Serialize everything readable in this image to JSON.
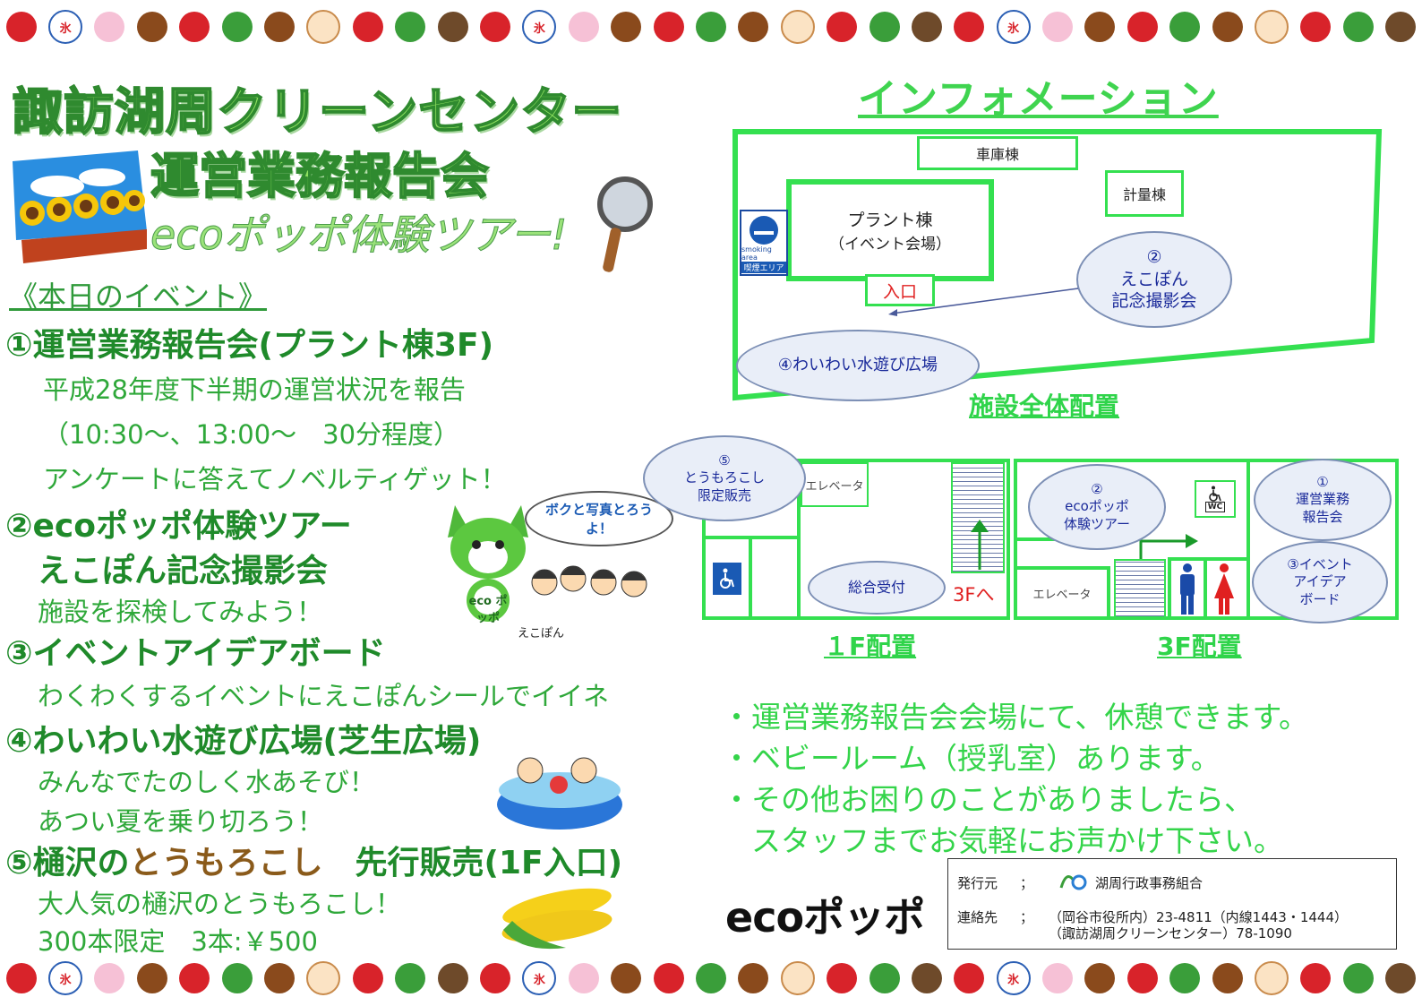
{
  "header": {
    "title_line1": "諏訪湖周クリーンセンター",
    "title_line2": "運営業務報告会",
    "title_line3": "ecoポッポ体験ツアー!"
  },
  "events": {
    "heading": "《本日のイベント》",
    "items": [
      {
        "title": "①運営業務報告会(プラント棟3F)",
        "lines": [
          "平成28年度下半期の運営状況を報告",
          "（10:30～、13:00～　30分程度）",
          "アンケートに答えてノベルティゲット！"
        ]
      },
      {
        "title": "②ecoポッポ体験ツアー",
        "title2": "えこぽん記念撮影会",
        "lines": [
          "施設を探検してみよう！"
        ]
      },
      {
        "title": "③イベントアイデアボード",
        "lines": [
          "わくわくするイベントにえこぽんシールでイイネ"
        ]
      },
      {
        "title": "④わいわい水遊び広場(芝生広場)",
        "lines": [
          "みんなでたのしく水あそび！",
          "あつい夏を乗り切ろう！"
        ]
      },
      {
        "title_prefix": "⑤樋沢の",
        "title_highlight": "とうもろこし",
        "title_suffix": "　先行販売(1F入口)",
        "lines": [
          "大人気の樋沢のとうもろこし！",
          "300本限定　3本:￥500"
        ]
      }
    ]
  },
  "mascot": {
    "speech": "ボクと写真とろうよ！",
    "name": "えこぽん",
    "badge": "eco ポッポ"
  },
  "info": {
    "title": "インフォメーション",
    "site_map": {
      "garage": "車庫棟",
      "scale": "計量棟",
      "plant": "プラント棟",
      "plant_sub": "（イベント会場）",
      "entrance": "入口",
      "smoking": "smoking area",
      "smoking_jp": "喫煙エリア",
      "cloud2": "②\nえこぽん\n記念撮影会",
      "cloud4": "④わいわい水遊び広場",
      "label": "施設全体配置"
    },
    "floor1": {
      "cloud5": "⑤\nとうもろこし\n限定販売",
      "elevator": "エレベータ",
      "reception": "総合受付",
      "to3f": "3Fへ",
      "label": "１F配置"
    },
    "floor3": {
      "cloud2": "②\necoポッポ\n体験ツアー",
      "cloud1": "①\n運営業務\n報告会",
      "cloud3": "③イベント\nアイデア\nボード",
      "elevator": "エレベータ",
      "wc": "WC",
      "label": "3F配置"
    }
  },
  "notes": [
    "・運営業務報告会会場にて、休憩できます。",
    "・ベビールーム（授乳室）あります。",
    "・その他お困りのことがありましたら、",
    "　スタッフまでお気軽にお声かけ下さい。"
  ],
  "logo": "ecoポッポ",
  "publisher": {
    "issuer_label": "発行元",
    "issuer_sep": "；",
    "issuer": "湖周行政事務組合",
    "contact_label": "連絡先",
    "contact_sep": "；",
    "contact1": "（岡谷市役所内）23-4811（内線1443・1444）",
    "contact2": "（諏訪湖周クリーンセンター）78-1090"
  },
  "deco": {
    "ice_char": "氷"
  },
  "colors": {
    "brand_green": "#34e050",
    "title_green": "#8ee060",
    "text_green": "#1f8a2a",
    "cloud_text": "#1a2a9a",
    "highlight_brown": "#8a5a1a",
    "entrance_red": "#e02020"
  }
}
